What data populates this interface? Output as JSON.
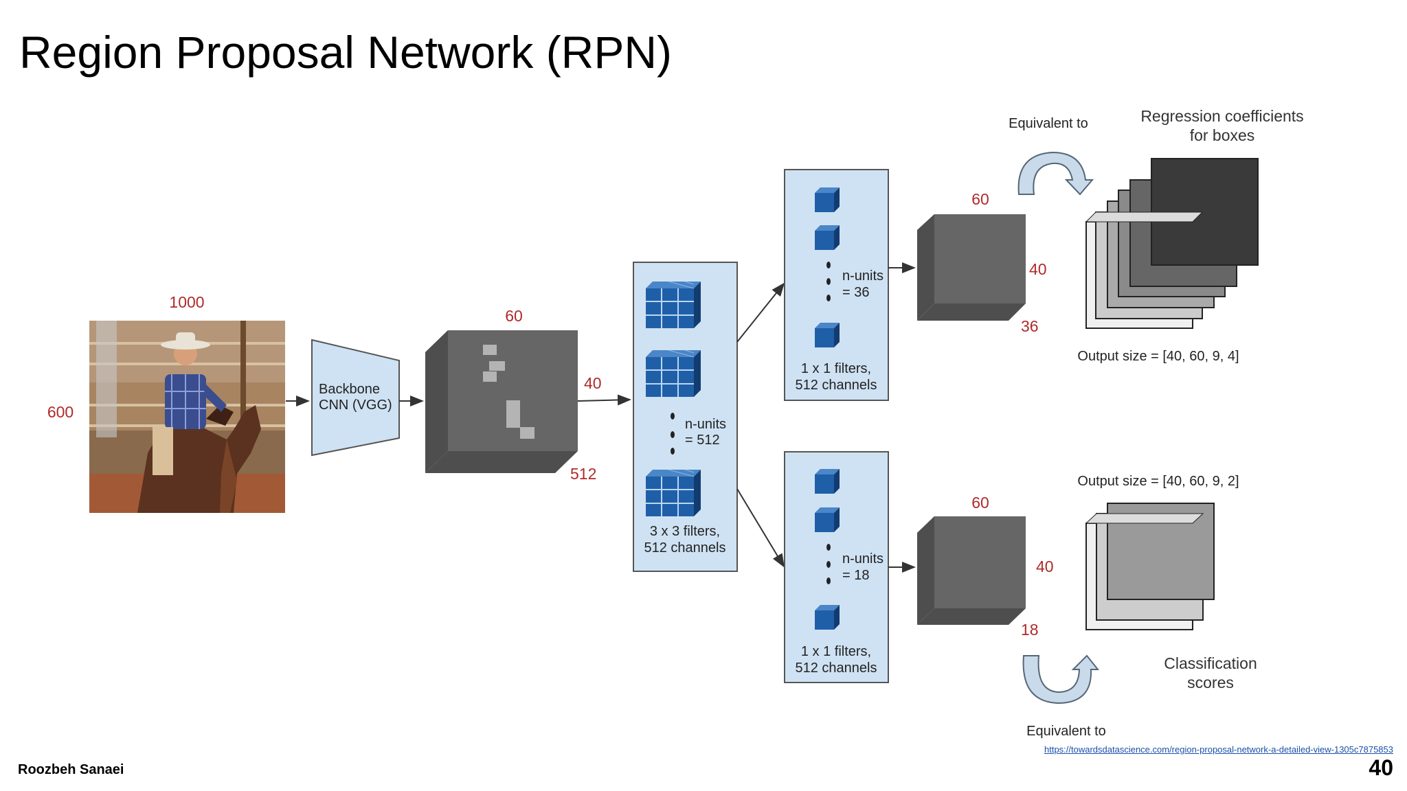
{
  "slide": {
    "title": "Region Proposal Network (RPN)",
    "author": "Roozbeh Sanaei",
    "page_number": "40",
    "source_url": "https://towardsdatascience.com/region-proposal-network-a-detailed-view-1305c7875853"
  },
  "diagram": {
    "input_image": {
      "width_label": "1000",
      "height_label": "600"
    },
    "backbone": {
      "line1": "Backbone",
      "line2": "CNN (VGG)"
    },
    "feature_map": {
      "width_label": "60",
      "height_label": "40",
      "depth_label": "512"
    },
    "conv3x3": {
      "units_line1": "n-units",
      "units_line2": "= 512",
      "caption_line1": "3 x 3 filters,",
      "caption_line2": "512 channels"
    },
    "reg_branch": {
      "units_line1": "n-units",
      "units_line2": "= 36",
      "caption_line1": "1 x 1 filters,",
      "caption_line2": "512 channels",
      "out_width_label": "60",
      "out_height_label": "40",
      "out_depth_label": "36",
      "equivalent_label": "Equivalent to",
      "result_line1": "Regression coefficients",
      "result_line2": "for boxes",
      "output_size": "Output size = [40, 60, 9, 4]"
    },
    "cls_branch": {
      "units_line1": "n-units",
      "units_line2": "= 18",
      "caption_line1": "1 x 1 filters,",
      "caption_line2": "512 channels",
      "out_width_label": "60",
      "out_height_label": "40",
      "out_depth_label": "18",
      "equivalent_label": "Equivalent to",
      "result_line1": "Classification",
      "result_line2": "scores",
      "output_size": "Output size = [40, 60, 9, 2]"
    }
  },
  "colors": {
    "dimension_text": "#b02a2a",
    "panel_fill": "#cfe2f3",
    "filter_blue": "#1f5fa8",
    "feature_gray": "#666666"
  },
  "icons": [
    "photo-cowboy-horse",
    "curved-arrow-icon"
  ]
}
